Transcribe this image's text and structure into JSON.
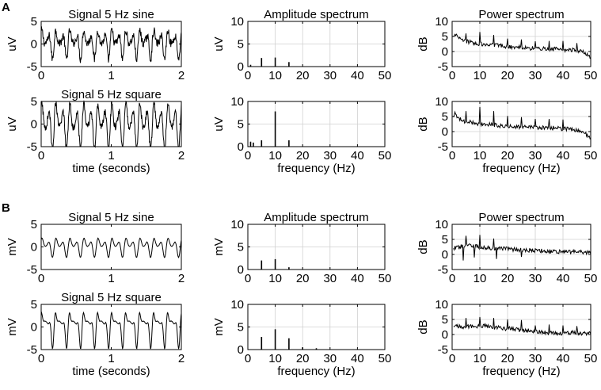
{
  "panel_labels": [
    "A",
    "B"
  ],
  "chart_data": [
    {
      "panel": "A",
      "row": 1,
      "col": 1,
      "type": "line",
      "title": "Signal 5 Hz sine",
      "xlabel": "",
      "ylabel": "uV",
      "xlim": [
        0,
        2
      ],
      "ylim": [
        -5,
        5
      ],
      "xticks": [
        0,
        1,
        2
      ],
      "yticks": [
        -5,
        0,
        5
      ],
      "grid": false,
      "signal": {
        "f0": 5,
        "harmonics": [
          5,
          10,
          15
        ],
        "amplitudes": [
          1.2,
          2.0,
          0.7
        ],
        "noise": 0.9,
        "offset": 0.4,
        "samples": 400
      }
    },
    {
      "panel": "A",
      "row": 1,
      "col": 2,
      "type": "bar",
      "title": "Amplitude spectrum",
      "xlabel": "",
      "ylabel": "uV",
      "xlim": [
        0,
        50
      ],
      "ylim": [
        0,
        10
      ],
      "xticks": [
        0,
        10,
        20,
        30,
        40,
        50
      ],
      "yticks": [
        0,
        5,
        10
      ],
      "grid": true,
      "x": [
        1,
        5,
        10,
        15
      ],
      "values": [
        0.4,
        1.9,
        2.0,
        1.0
      ]
    },
    {
      "panel": "A",
      "row": 1,
      "col": 3,
      "type": "line",
      "title": "Power spectrum",
      "xlabel": "",
      "ylabel": "dB",
      "xlim": [
        0,
        50
      ],
      "ylim": [
        -5,
        10
      ],
      "xticks": [
        0,
        10,
        20,
        30,
        40,
        50
      ],
      "yticks": [
        -5,
        0,
        5,
        10
      ],
      "grid": true,
      "x": [
        0.5,
        1,
        2,
        3,
        4,
        5,
        6,
        8,
        10,
        12,
        15,
        17,
        20,
        25,
        30,
        35,
        40,
        43,
        45,
        48,
        49,
        50
      ],
      "values": [
        5.2,
        5.5,
        4.8,
        4.0,
        3.6,
        3.5,
        3.2,
        2.8,
        2.6,
        2.3,
        2.2,
        2.0,
        1.6,
        1.3,
        1.0,
        0.9,
        0.6,
        0.5,
        0.4,
        -0.3,
        -1.5,
        -2.0
      ],
      "peaks": [
        {
          "x": 5,
          "y": 6.0
        },
        {
          "x": 10,
          "y": 6.5
        },
        {
          "x": 15,
          "y": 5.5
        },
        {
          "x": 20,
          "y": 4.3
        },
        {
          "x": 25,
          "y": 4.0
        },
        {
          "x": 30,
          "y": 3.4
        },
        {
          "x": 35,
          "y": 3.5
        },
        {
          "x": 40,
          "y": 3.5
        },
        {
          "x": 45,
          "y": 2.8
        }
      ]
    },
    {
      "panel": "A",
      "row": 2,
      "col": 1,
      "type": "line",
      "title": "Signal 5 Hz square",
      "xlabel": "time (seconds)",
      "ylabel": "uV",
      "xlim": [
        0,
        2
      ],
      "ylim": [
        -5,
        5
      ],
      "xticks": [
        0,
        1,
        2
      ],
      "yticks": [
        -5,
        0,
        5
      ],
      "grid": false,
      "signal": {
        "f0": 5,
        "harmonics": [
          5,
          10,
          15
        ],
        "amplitudes": [
          1.8,
          3.5,
          0.9
        ],
        "noise": 0.9,
        "offset": 0.2,
        "samples": 400
      }
    },
    {
      "panel": "A",
      "row": 2,
      "col": 2,
      "type": "bar",
      "title": "",
      "xlabel": "frequency (Hz)",
      "ylabel": "uV",
      "xlim": [
        0,
        50
      ],
      "ylim": [
        0,
        10
      ],
      "xticks": [
        0,
        10,
        20,
        30,
        40,
        50
      ],
      "yticks": [
        0,
        5,
        10
      ],
      "grid": true,
      "x": [
        1,
        2,
        5,
        10,
        15
      ],
      "values": [
        1.1,
        0.9,
        1.4,
        7.8,
        1.4
      ]
    },
    {
      "panel": "A",
      "row": 2,
      "col": 3,
      "type": "line",
      "title": "",
      "xlabel": "frequency (Hz)",
      "ylabel": "dB",
      "xlim": [
        0,
        50
      ],
      "ylim": [
        -5,
        10
      ],
      "xticks": [
        0,
        10,
        20,
        30,
        40,
        50
      ],
      "yticks": [
        -5,
        0,
        5,
        10
      ],
      "grid": true,
      "x": [
        0.5,
        1,
        2,
        3,
        4,
        6,
        8,
        12,
        17,
        22,
        27,
        32,
        37,
        42,
        45,
        47,
        49,
        50
      ],
      "values": [
        4.8,
        5.5,
        4.5,
        4.0,
        3.5,
        3.3,
        2.8,
        2.5,
        2.0,
        1.8,
        1.5,
        1.3,
        1.2,
        0.8,
        0.5,
        0.2,
        -1.5,
        -2.5
      ],
      "peaks": [
        {
          "x": 1,
          "y": 6.5
        },
        {
          "x": 5,
          "y": 6.8
        },
        {
          "x": 10,
          "y": 8.2
        },
        {
          "x": 15,
          "y": 6.8
        },
        {
          "x": 20,
          "y": 5.2
        },
        {
          "x": 25,
          "y": 4.8
        },
        {
          "x": 30,
          "y": 4.2
        },
        {
          "x": 35,
          "y": 4.2
        },
        {
          "x": 40,
          "y": 4.0
        }
      ]
    },
    {
      "panel": "B",
      "row": 1,
      "col": 1,
      "type": "line",
      "title": "Signal 5 Hz sine",
      "xlabel": "",
      "ylabel": "mV",
      "xlim": [
        0,
        2
      ],
      "ylim": [
        -5,
        5
      ],
      "xticks": [
        0,
        1,
        2
      ],
      "yticks": [
        -5,
        0,
        5
      ],
      "grid": false,
      "signal": {
        "f0": 5,
        "harmonics": [
          5,
          10,
          15
        ],
        "amplitudes": [
          1.0,
          1.3,
          0.3
        ],
        "noise": 0.05,
        "offset": 0.2,
        "samples": 400
      }
    },
    {
      "panel": "B",
      "row": 1,
      "col": 2,
      "type": "bar",
      "title": "Amplitude spectrum",
      "xlabel": "",
      "ylabel": "mV",
      "xlim": [
        0,
        50
      ],
      "ylim": [
        0,
        10
      ],
      "xticks": [
        0,
        10,
        20,
        30,
        40,
        50
      ],
      "yticks": [
        0,
        5,
        10
      ],
      "grid": true,
      "x": [
        5,
        10,
        15
      ],
      "values": [
        2.0,
        2.3,
        0.5
      ]
    },
    {
      "panel": "B",
      "row": 1,
      "col": 3,
      "type": "line",
      "title": "Power spectrum",
      "xlabel": "",
      "ylabel": "dB",
      "xlim": [
        0,
        50
      ],
      "ylim": [
        -5,
        10
      ],
      "xticks": [
        0,
        10,
        20,
        30,
        40,
        50
      ],
      "yticks": [
        -5,
        0,
        5,
        10
      ],
      "grid": true,
      "x": [
        0.5,
        2,
        4,
        6,
        8,
        12,
        17,
        20,
        25,
        30,
        35,
        40,
        45,
        50
      ],
      "values": [
        2.0,
        2.3,
        2.8,
        3.0,
        2.7,
        2.3,
        2.0,
        1.8,
        1.5,
        1.3,
        1.0,
        0.8,
        0.8,
        0.5
      ],
      "peaks": [
        {
          "x": 5,
          "y": 6.2
        },
        {
          "x": 10,
          "y": 6.5
        },
        {
          "x": 15,
          "y": 5.3
        }
      ],
      "dips": [
        {
          "x": 4,
          "y": -2.0
        },
        {
          "x": 8,
          "y": -1.0
        },
        {
          "x": 16,
          "y": -1.5
        },
        {
          "x": 25,
          "y": -0.8
        }
      ]
    },
    {
      "panel": "B",
      "row": 2,
      "col": 1,
      "type": "line",
      "title": "Signal 5 Hz square",
      "xlabel": "time (seconds)",
      "ylabel": "mV",
      "xlim": [
        0,
        2
      ],
      "ylim": [
        -5,
        5
      ],
      "xticks": [
        0,
        1,
        2
      ],
      "yticks": [
        -5,
        0,
        5
      ],
      "grid": false,
      "signal": {
        "f0": 5,
        "harmonics": [
          5,
          10,
          15,
          20
        ],
        "amplitudes": [
          2.0,
          1.8,
          1.2,
          0.3
        ],
        "noise": 0.05,
        "offset": 0.3,
        "samples": 400
      }
    },
    {
      "panel": "B",
      "row": 2,
      "col": 2,
      "type": "bar",
      "title": "",
      "xlabel": "frequency (Hz)",
      "ylabel": "mV",
      "xlim": [
        0,
        50
      ],
      "ylim": [
        0,
        10
      ],
      "xticks": [
        0,
        10,
        20,
        30,
        40,
        50
      ],
      "yticks": [
        0,
        5,
        10
      ],
      "grid": true,
      "x": [
        5,
        10,
        15,
        20,
        25
      ],
      "values": [
        2.8,
        4.5,
        2.5,
        0.5,
        0.3
      ]
    },
    {
      "panel": "B",
      "row": 2,
      "col": 3,
      "type": "line",
      "title": "",
      "xlabel": "frequency (Hz)",
      "ylabel": "dB",
      "xlim": [
        0,
        50
      ],
      "ylim": [
        -5,
        10
      ],
      "xticks": [
        0,
        10,
        20,
        30,
        40,
        50
      ],
      "yticks": [
        -5,
        0,
        5,
        10
      ],
      "grid": true,
      "x": [
        0.5,
        2,
        3,
        4,
        7,
        9,
        12,
        14,
        17,
        19,
        22,
        24,
        27,
        29,
        32,
        34,
        37,
        39,
        42,
        44,
        47,
        50
      ],
      "values": [
        2.5,
        2.8,
        2.5,
        2.6,
        2.8,
        2.6,
        2.8,
        2.5,
        2.4,
        2.0,
        2.0,
        1.5,
        1.5,
        1.0,
        0.8,
        0.5,
        0.5,
        0.3,
        0.5,
        0.8,
        0.2,
        0.5
      ],
      "peaks": [
        {
          "x": 5,
          "y": 5.5
        },
        {
          "x": 10,
          "y": 5.8
        },
        {
          "x": 15,
          "y": 5.5
        },
        {
          "x": 20,
          "y": 5.0
        },
        {
          "x": 25,
          "y": 4.8
        },
        {
          "x": 30,
          "y": 3.0
        },
        {
          "x": 35,
          "y": 3.3
        },
        {
          "x": 40,
          "y": 3.0
        },
        {
          "x": 45,
          "y": 2.8
        }
      ]
    }
  ]
}
